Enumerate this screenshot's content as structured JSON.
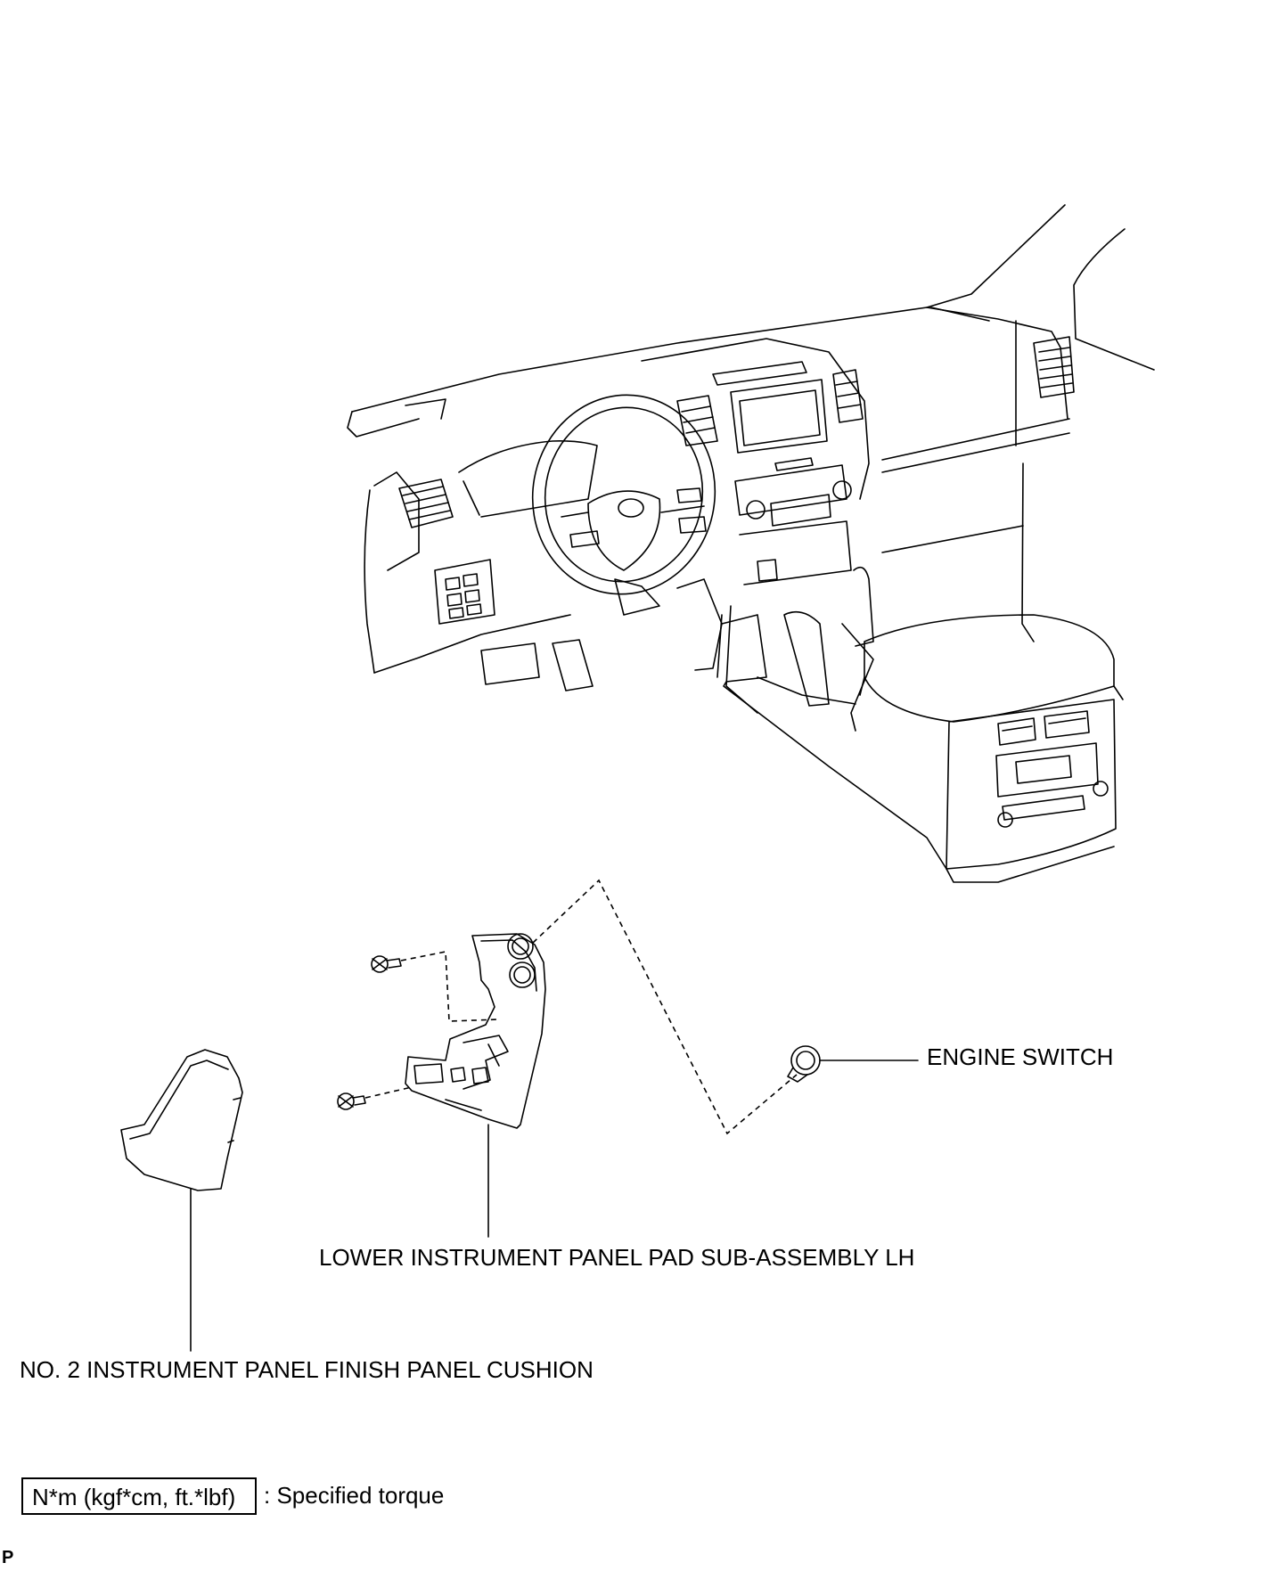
{
  "labels": {
    "engine_switch": "ENGINE SWITCH",
    "lower_panel_pad": "LOWER INSTRUMENT PANEL PAD SUB-ASSEMBLY LH",
    "finish_panel_cushion": "NO. 2 INSTRUMENT PANEL FINISH PANEL CUSHION"
  },
  "legend": {
    "box_text": "N*m (kgf*cm, ft.*lbf)",
    "description": ": Specified torque"
  },
  "corner_mark": "P"
}
